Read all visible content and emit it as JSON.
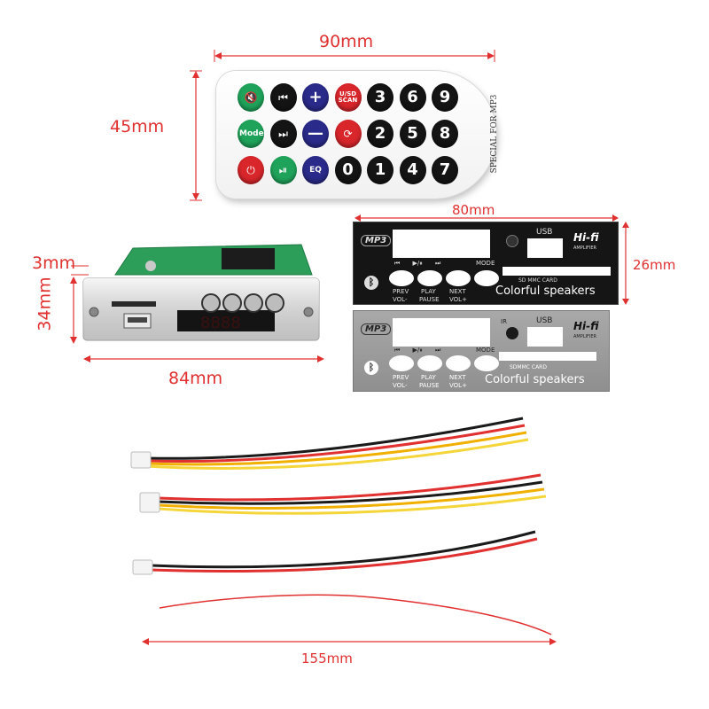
{
  "dimensions": {
    "remote_width": "90mm",
    "remote_height": "45mm",
    "panel_width": "80mm",
    "panel_height": "26mm",
    "module_depth": "3mm",
    "module_height": "34mm",
    "module_width": "84mm",
    "cable_length": "155mm"
  },
  "remote": {
    "side_text": "SPECIAL FOR MP3",
    "rows": [
      [
        {
          "label": "",
          "icon": "mute-icon",
          "color": "#1fa35a"
        },
        {
          "label": "",
          "icon": "prev-icon",
          "color": "#141414"
        },
        {
          "label": "+",
          "icon": "",
          "color": "#2a2a8a"
        },
        {
          "label": "U/SD SCAN",
          "icon": "",
          "color": "#d8262b"
        },
        {
          "label": "3",
          "icon": "",
          "color": "#141414"
        },
        {
          "label": "6",
          "icon": "",
          "color": "#141414"
        },
        {
          "label": "9",
          "icon": "",
          "color": "#141414"
        }
      ],
      [
        {
          "label": "Mode",
          "icon": "",
          "color": "#1fa35a"
        },
        {
          "label": "",
          "icon": "next-icon",
          "color": "#141414"
        },
        {
          "label": "—",
          "icon": "",
          "color": "#2a2a8a"
        },
        {
          "label": "",
          "icon": "repeat-icon",
          "color": "#d8262b"
        },
        {
          "label": "2",
          "icon": "",
          "color": "#141414"
        },
        {
          "label": "5",
          "icon": "",
          "color": "#141414"
        },
        {
          "label": "8",
          "icon": "",
          "color": "#141414"
        }
      ],
      [
        {
          "label": "",
          "icon": "power-icon",
          "color": "#d8262b"
        },
        {
          "label": "",
          "icon": "play-pause-icon",
          "color": "#1fa35a"
        },
        {
          "label": "EQ",
          "icon": "",
          "color": "#2a2a8a"
        },
        {
          "label": "0",
          "icon": "",
          "color": "#141414"
        },
        {
          "label": "1",
          "icon": "",
          "color": "#141414"
        },
        {
          "label": "4",
          "icon": "",
          "color": "#141414"
        },
        {
          "label": "7",
          "icon": "",
          "color": "#141414"
        }
      ]
    ]
  },
  "panel": {
    "logo": "MP3",
    "ir": "IR",
    "usb": "USB",
    "hifi": "Hi-fi",
    "hifi_sub": "AMPLIFIER",
    "card": "SD MMC CARD",
    "card_silver": "SDMMC CARD",
    "brand": "Colorful speakers",
    "mode": "MODE",
    "buttons": [
      {
        "top": "PREV",
        "sub": "VOL-"
      },
      {
        "top": "PLAY",
        "sub": "PAUSE"
      },
      {
        "top": "NEXT",
        "sub": "VOL+"
      }
    ]
  },
  "colors": {
    "dimension": "#e03030",
    "panel_black": "#151515",
    "panel_silver": "#9a9a9a"
  }
}
